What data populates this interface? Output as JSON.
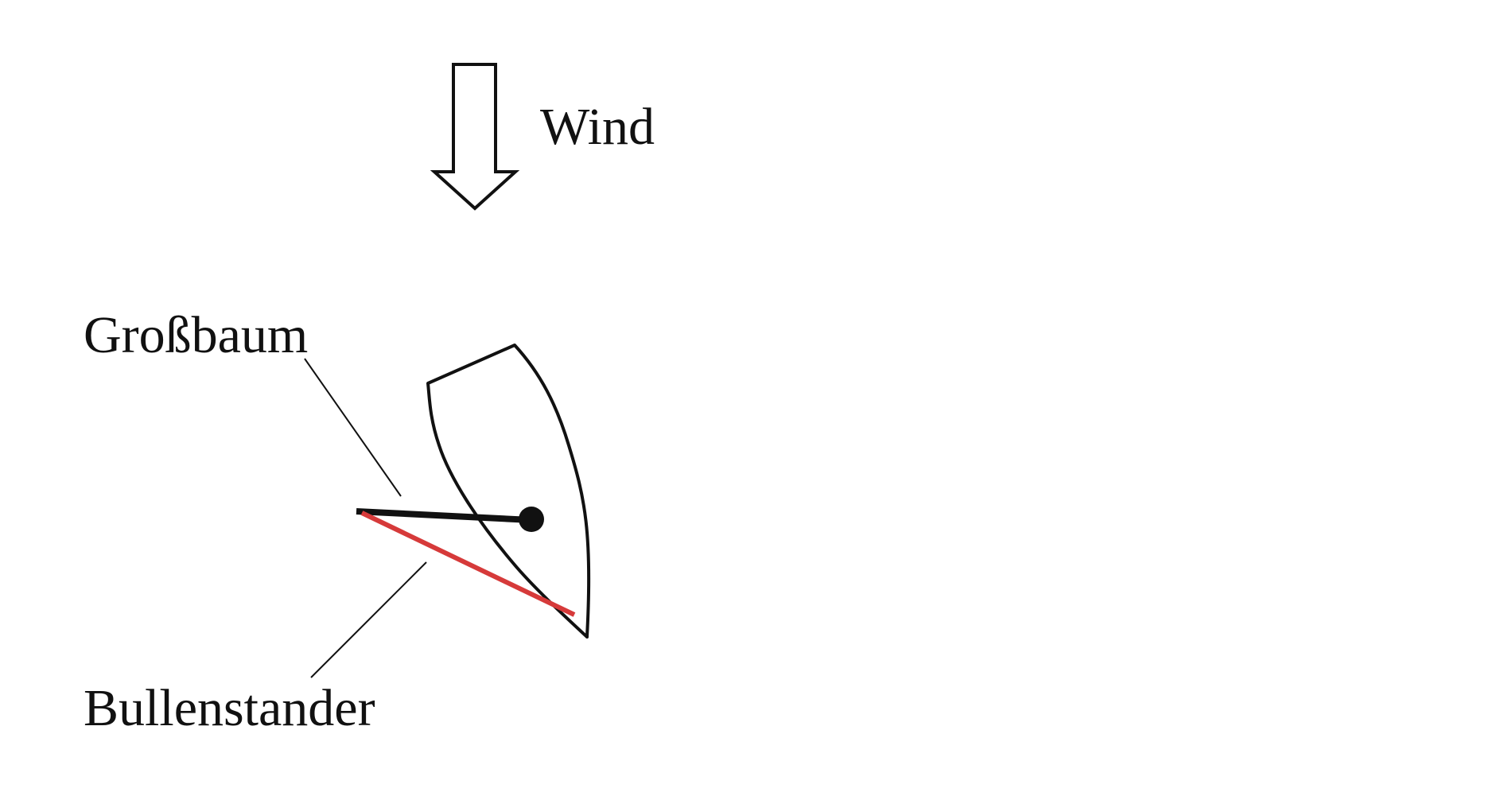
{
  "labels": {
    "wind": "Wind",
    "boom": "Großbaum",
    "preventer": "Bullenstander"
  },
  "colors": {
    "ink": "#111111",
    "preventer_line": "#d63a3a",
    "background": "#ffffff"
  },
  "icons": {
    "wind_arrow": "down-arrow-outline-icon"
  }
}
